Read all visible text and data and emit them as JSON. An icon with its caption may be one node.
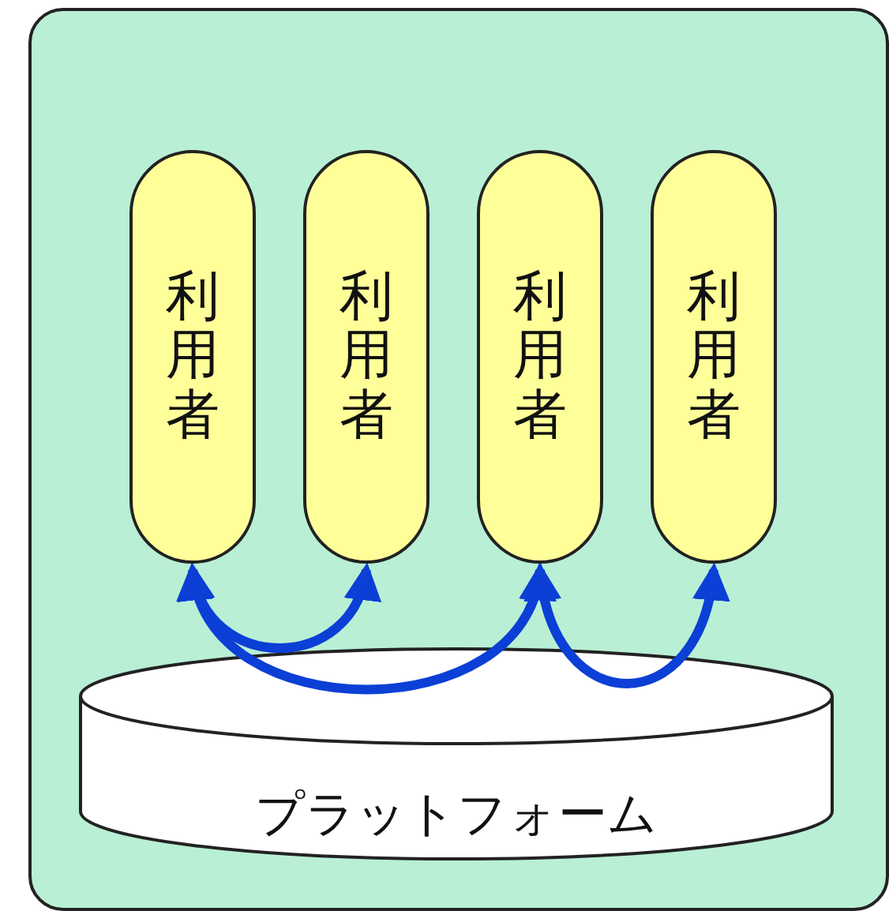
{
  "diagram": {
    "nodes": [
      {
        "text": [],
        "shape": "box"
      },
      {
        "text": [
          "利用者"
        ],
        "in": 0
      },
      {
        "text": [
          "利用者"
        ],
        "in": 0
      },
      {
        "text": [
          "利用者"
        ],
        "in": 0
      },
      {
        "text": [
          "利用者"
        ],
        "in": 0
      },
      {
        "text": [
          "プラットフォーム"
        ],
        "in": 0
      }
    ],
    "edges": [
      {
        "from": 1,
        "to": 2,
        "arrow": "both"
      },
      {
        "from": 1,
        "to": 3,
        "arrow": "both"
      },
      {
        "from": 3,
        "to": 4,
        "arrow": "both"
      }
    ]
  }
}
